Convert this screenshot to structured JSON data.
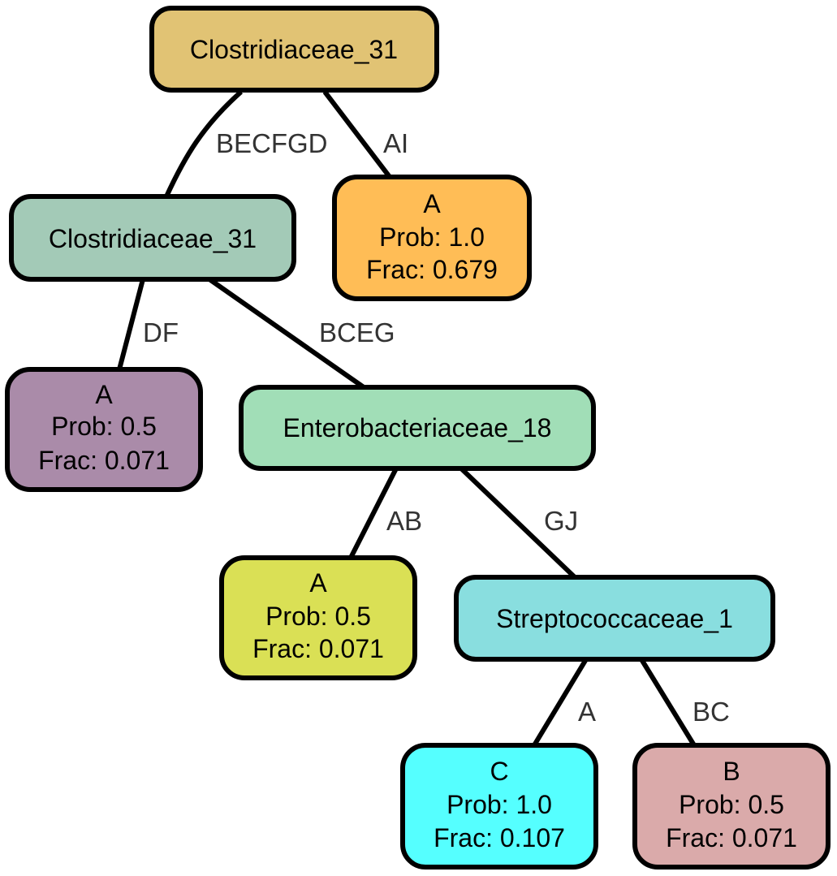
{
  "nodes": {
    "root": {
      "label": "Clostridiaceae_31",
      "color": "#e1c374"
    },
    "n1": {
      "label": "Clostridiaceae_31",
      "color": "#a3cab7"
    },
    "leafAI": {
      "class": "A",
      "prob": "Prob: 1.0",
      "frac": "Frac: 0.679",
      "color": "#ffbd56"
    },
    "leafDF": {
      "class": "A",
      "prob": "Prob: 0.5",
      "frac": "Frac: 0.071",
      "color": "#aa8ba9"
    },
    "n2": {
      "label": "Enterobacteriaceae_18",
      "color": "#a1deb7"
    },
    "leafAB": {
      "class": "A",
      "prob": "Prob: 0.5",
      "frac": "Frac: 0.071",
      "color": "#dae055"
    },
    "n3": {
      "label": "Streptococcaceae_1",
      "color": "#89dedf"
    },
    "leafA": {
      "class": "C",
      "prob": "Prob: 1.0",
      "frac": "Frac: 0.107",
      "color": "#55ffff"
    },
    "leafBC": {
      "class": "B",
      "prob": "Prob: 0.5",
      "frac": "Frac: 0.071",
      "color": "#daaaaa"
    }
  },
  "edges": {
    "root_n1": "BECFGD",
    "root_leafAI": "AI",
    "n1_leafDF": "DF",
    "n1_n2": "BCEG",
    "n2_leafAB": "AB",
    "n2_n3": "GJ",
    "n3_leafA": "A",
    "n3_leafBC": "BC"
  }
}
